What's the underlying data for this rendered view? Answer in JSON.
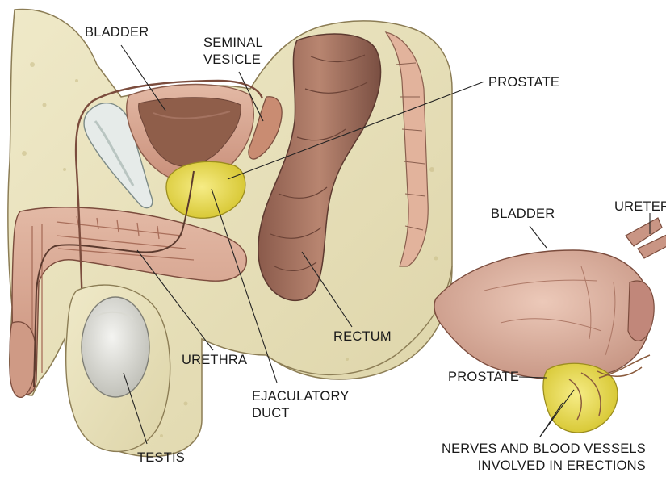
{
  "labels": {
    "bladder_main": "BLADDER",
    "seminal_vesicle_1": "SEMINAL",
    "seminal_vesicle_2": "VESICLE",
    "prostate_main": "PROSTATE",
    "ureter": "URETER",
    "bladder_side": "BLADDER",
    "rectum": "RECTUM",
    "urethra": "URETHRA",
    "prostate_side": "PROSTATE",
    "ejaculatory_duct_1": "EJACULATORY",
    "ejaculatory_duct_2": "DUCT",
    "testis": "TESTIS",
    "nerves_1": "NERVES AND BLOOD VESSELS",
    "nerves_2": "INVOLVED IN ERECTIONS"
  },
  "colors": {
    "tissue_pale": "#e9e2bf",
    "tissue_pink": "#d8aa96",
    "muscle_brown": "#9c6a55",
    "rectum_dark": "#7a4f42",
    "prostate_yellow": "#e8dc4e",
    "testis_white": "#e4e4e0",
    "bladder_side": "#d9b1a1",
    "leader_line": "#222222"
  }
}
